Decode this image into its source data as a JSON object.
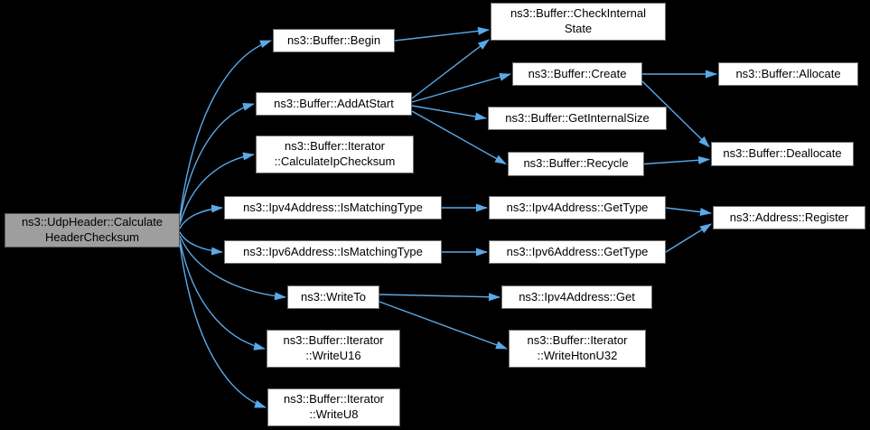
{
  "diagram": {
    "type": "call-graph",
    "background_color": "#000000",
    "edge_color": "#5aa9e8",
    "node_fill_color": "#ffffff",
    "node_border_color": "#6e6e6e",
    "focus_node_fill_color": "#9e9e9e",
    "focus_node_border_color": "#585858"
  },
  "nodes": {
    "main": {
      "label": "ns3::UdpHeader::Calculate\nHeaderChecksum"
    },
    "begin": {
      "label": "ns3::Buffer::Begin"
    },
    "addAtStart": {
      "label": "ns3::Buffer::AddAtStart"
    },
    "calcIpChecksum": {
      "label": "ns3::Buffer::Iterator\n::CalculateIpChecksum"
    },
    "ipv4IsMatchingType": {
      "label": "ns3::Ipv4Address::IsMatchingType"
    },
    "ipv6IsMatchingType": {
      "label": "ns3::Ipv6Address::IsMatchingType"
    },
    "writeTo": {
      "label": "ns3::WriteTo"
    },
    "writeU16": {
      "label": "ns3::Buffer::Iterator\n::WriteU16"
    },
    "writeU8": {
      "label": "ns3::Buffer::Iterator\n::WriteU8"
    },
    "checkInternalState": {
      "label": "ns3::Buffer::CheckInternal\nState"
    },
    "create": {
      "label": "ns3::Buffer::Create"
    },
    "getInternalSize": {
      "label": "ns3::Buffer::GetInternalSize"
    },
    "recycle": {
      "label": "ns3::Buffer::Recycle"
    },
    "ipv4GetType": {
      "label": "ns3::Ipv4Address::GetType"
    },
    "ipv6GetType": {
      "label": "ns3::Ipv6Address::GetType"
    },
    "ipv4Get": {
      "label": "ns3::Ipv4Address::Get"
    },
    "writeHtonU32": {
      "label": "ns3::Buffer::Iterator\n::WriteHtonU32"
    },
    "allocate": {
      "label": "ns3::Buffer::Allocate"
    },
    "deallocate": {
      "label": "ns3::Buffer::Deallocate"
    },
    "register": {
      "label": "ns3::Address::Register"
    }
  },
  "edges": [
    {
      "from": "main",
      "to": "begin",
      "curve": true,
      "sdy": -14
    },
    {
      "from": "main",
      "to": "addAtStart",
      "curve": true,
      "sdy": -10
    },
    {
      "from": "main",
      "to": "calcIpChecksum",
      "curve": true,
      "sdy": -6
    },
    {
      "from": "main",
      "to": "ipv4IsMatchingType",
      "curve": true,
      "sdy": -2
    },
    {
      "from": "main",
      "to": "ipv6IsMatchingType",
      "curve": true,
      "sdy": 2
    },
    {
      "from": "main",
      "to": "writeTo",
      "curve": true,
      "sdy": 6
    },
    {
      "from": "main",
      "to": "writeU16",
      "curve": true,
      "sdy": 10
    },
    {
      "from": "main",
      "to": "writeU8",
      "curve": true,
      "sdy": 14
    },
    {
      "from": "begin",
      "to": "checkInternalState",
      "tdy": 9
    },
    {
      "from": "addAtStart",
      "to": "checkInternalState",
      "sdy": -6,
      "tdy": 20
    },
    {
      "from": "addAtStart",
      "to": "create",
      "sdy": -2
    },
    {
      "from": "addAtStart",
      "to": "getInternalSize",
      "sdy": 2
    },
    {
      "from": "addAtStart",
      "to": "recycle",
      "sdy": 8
    },
    {
      "from": "create",
      "to": "allocate"
    },
    {
      "from": "create",
      "to": "deallocate",
      "sdy": 8,
      "tdy": -8
    },
    {
      "from": "recycle",
      "to": "deallocate",
      "tdy": 6
    },
    {
      "from": "ipv4IsMatchingType",
      "to": "ipv4GetType"
    },
    {
      "from": "ipv6IsMatchingType",
      "to": "ipv6GetType"
    },
    {
      "from": "ipv4GetType",
      "to": "register",
      "tdy": -5
    },
    {
      "from": "ipv6GetType",
      "to": "register",
      "tdy": 7
    },
    {
      "from": "writeTo",
      "to": "ipv4Get",
      "sdy": -3
    },
    {
      "from": "writeTo",
      "to": "writeHtonU32",
      "sdy": 5
    }
  ]
}
